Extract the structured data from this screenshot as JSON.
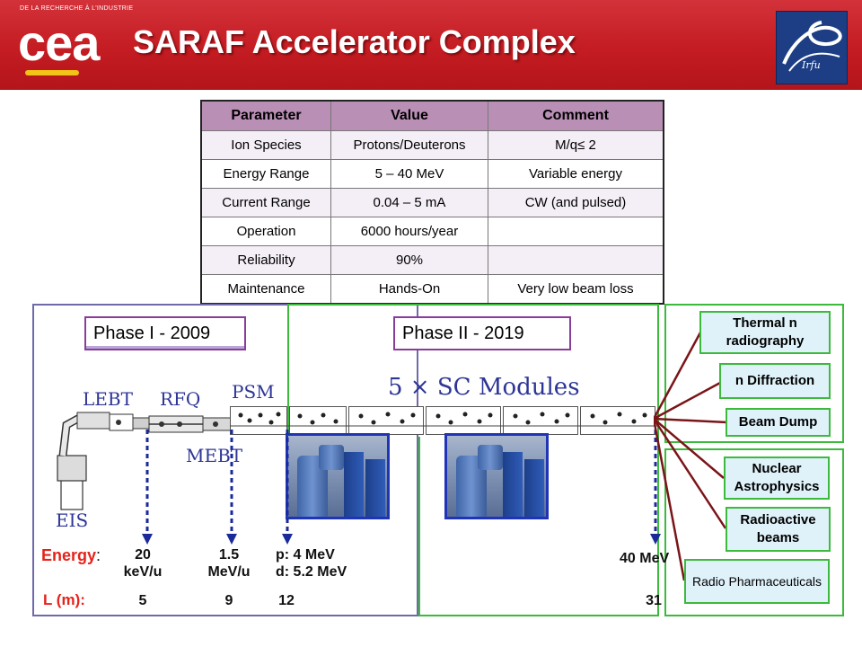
{
  "header": {
    "title": "SARAF Accelerator Complex",
    "cea_tagline": "DE LA RECHERCHE À L'INDUSTRIE",
    "cea_logo": "cea",
    "irfu_logo": "Irfu",
    "colors": {
      "banner": "#c41c22",
      "cea_accent": "#f2c318",
      "irfu_blue": "#1d3e85"
    }
  },
  "table": {
    "headers": [
      "Parameter",
      "Value",
      "Comment"
    ],
    "rows": [
      [
        "Ion Species",
        "Protons/Deuterons",
        "M/q≤ 2"
      ],
      [
        "Energy Range",
        "5 – 40 MeV",
        "Variable energy"
      ],
      [
        "Current Range",
        "0.04 – 5 mA",
        "CW (and pulsed)"
      ],
      [
        "Operation",
        "6000 hours/year",
        ""
      ],
      [
        "Reliability",
        "90%",
        ""
      ],
      [
        "Maintenance",
        "Hands-On",
        "Very low beam loss"
      ]
    ]
  },
  "diagram": {
    "phase1_label": "Phase I - 2009",
    "phase2_label": "Phase II - 2019",
    "sections": {
      "lebt": "LEBT",
      "rfq": "RFQ",
      "psm": "PSM",
      "mebt": "MEBT",
      "eis": "EIS"
    },
    "sc_modules_label": "5 × SC Modules",
    "energy_label": "Energy",
    "energy_colon": ":",
    "length_label": "L (m):",
    "energies": [
      {
        "line1": "20",
        "line2": "keV/u"
      },
      {
        "line1": "1.5",
        "line2": "MeV/u"
      },
      {
        "line1": "p: 4 MeV",
        "line2": "d: 5.2 MeV"
      },
      {
        "line1": "40 MeV",
        "line2": ""
      }
    ],
    "lengths": [
      "5",
      "9",
      "12",
      "31"
    ]
  },
  "applications": [
    "Thermal n radiography",
    "n Diffraction",
    "Beam Dump",
    "Nuclear Astrophysics",
    "Radioactive beams",
    "Radio Pharmaceuticals"
  ]
}
